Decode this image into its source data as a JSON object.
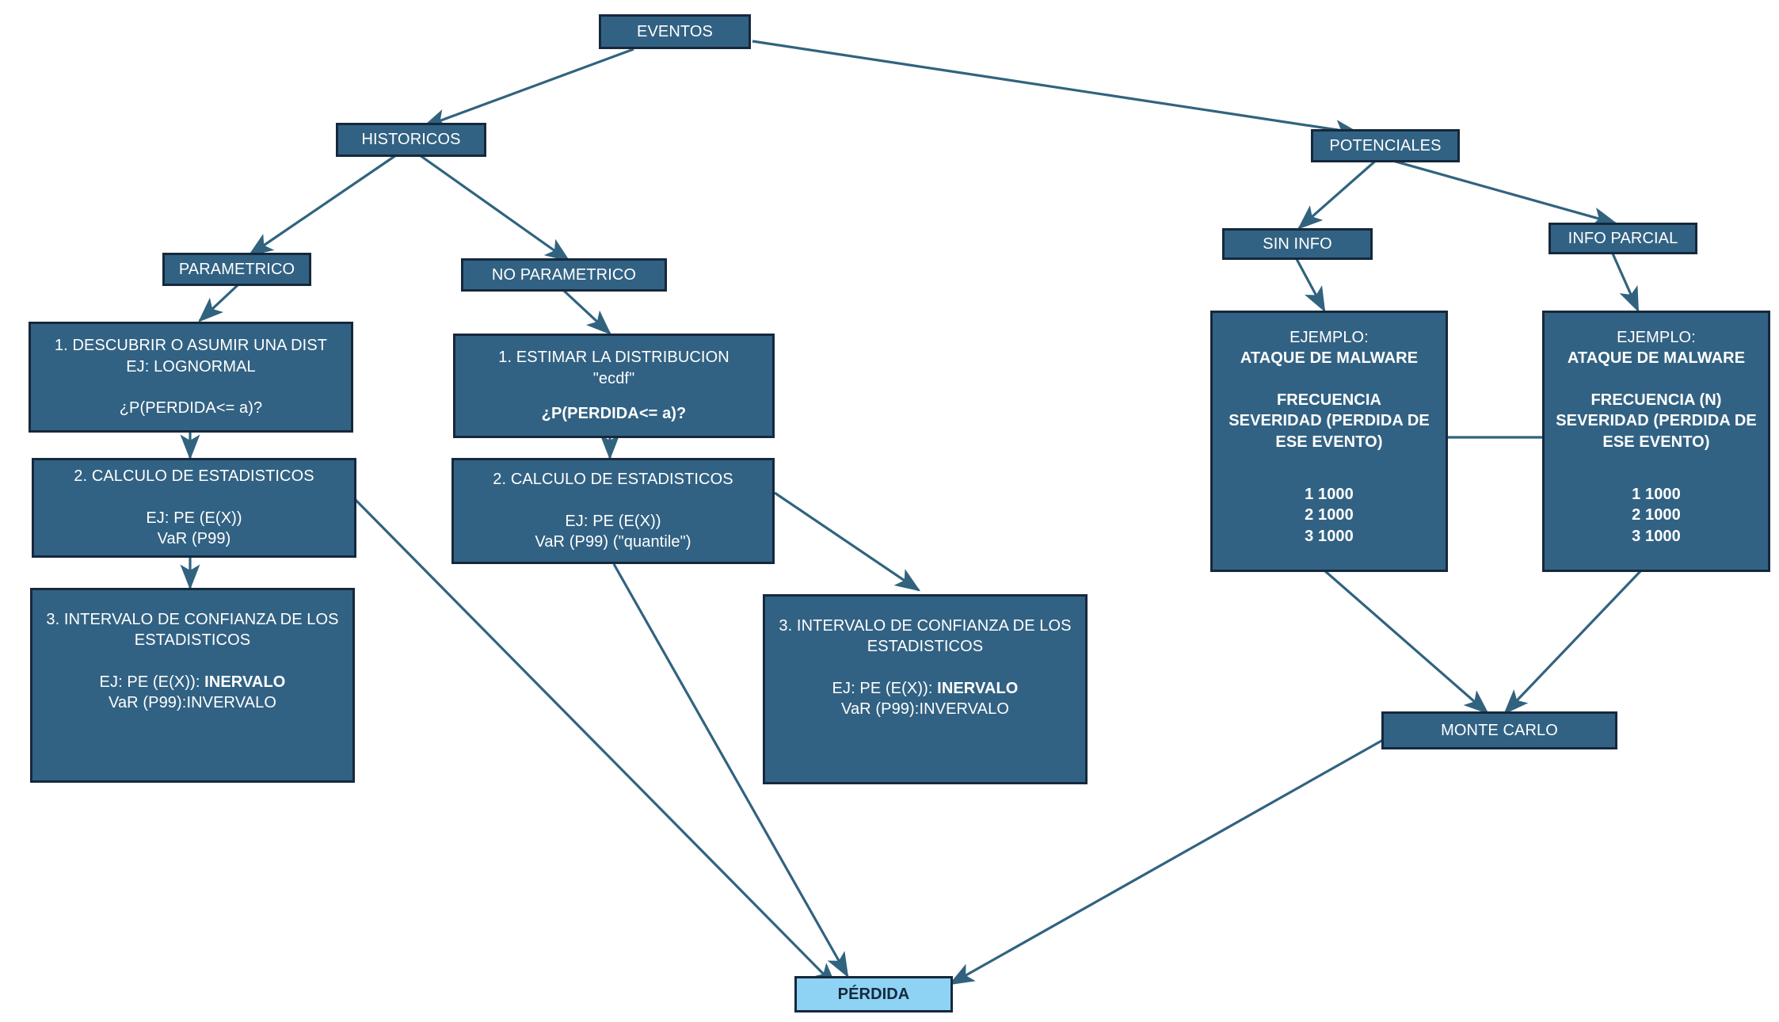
{
  "diagram": {
    "title": "EVENTOS risk quantification flowchart",
    "colors": {
      "node_fill": "#326283",
      "node_border": "#16283c",
      "accent_fill": "#8ed2f4",
      "accent_text": "#16283c",
      "edge": "#31637f",
      "background": "#ffffff",
      "node_text": "#ffffff"
    },
    "nodes": {
      "eventos": {
        "label": "EVENTOS"
      },
      "historicos": {
        "label": "HISTORICOS"
      },
      "potenciales": {
        "label": "POTENCIALES"
      },
      "parametrico": {
        "label": "PARAMETRICO"
      },
      "no_parametrico": {
        "label": "NO PARAMETRICO"
      },
      "sin_info": {
        "label": "SIN INFO"
      },
      "info_parcial": {
        "label": "INFO PARCIAL"
      },
      "param_step1": {
        "line1": "1. DESCUBRIR O ASUMIR UNA DIST",
        "line2": "EJ: LOGNORMAL",
        "line3": "¿P(PERDIDA<= a)?"
      },
      "param_step2": {
        "line1": "2. CALCULO DE ESTADISTICOS",
        "line2": "EJ: PE (E(X))",
        "line3": "VaR (P99)"
      },
      "param_step3": {
        "line1": "3. INTERVALO DE CONFIANZA DE LOS",
        "line2": "ESTADISTICOS",
        "line3_prefix": "EJ: PE (E(X)): ",
        "line3_bold": "INERVALO",
        "line4": "VaR (P99):INVERVALO"
      },
      "noparam_step1": {
        "line1": "1. ESTIMAR LA DISTRIBUCION",
        "line2": "\"ecdf\"",
        "line3": "¿P(PERDIDA<= a)?"
      },
      "noparam_step2": {
        "line1": "2. CALCULO DE ESTADISTICOS",
        "line2": "EJ: PE (E(X))",
        "line3": "VaR (P99) (\"quantile\")"
      },
      "noparam_step3": {
        "line1": "3. INTERVALO DE CONFIANZA DE LOS",
        "line2": "ESTADISTICOS",
        "line3_prefix": "EJ: PE (E(X)): ",
        "line3_bold": "INERVALO",
        "line4": "VaR (P99):INVERVALO"
      },
      "ejemplo_sin_info": {
        "line1": "EJEMPLO:",
        "line2": "ATAQUE DE MALWARE",
        "line3": "FRECUENCIA",
        "line4": "SEVERIDAD (PERDIDA DE",
        "line5": "ESE EVENTO)",
        "row1": "1 1000",
        "row2": "2 1000",
        "row3": "3 1000"
      },
      "ejemplo_info_parcial": {
        "line1": "EJEMPLO:",
        "line2": "ATAQUE DE MALWARE",
        "line3": "FRECUENCIA (N)",
        "line4": "SEVERIDAD (PERDIDA DE",
        "line5": "ESE EVENTO)",
        "row1": "1 1000",
        "row2": "2 1000",
        "row3": "3 1000"
      },
      "monte_carlo": {
        "label": "MONTE CARLO"
      },
      "perdida": {
        "label": "PÉRDIDA"
      }
    }
  }
}
